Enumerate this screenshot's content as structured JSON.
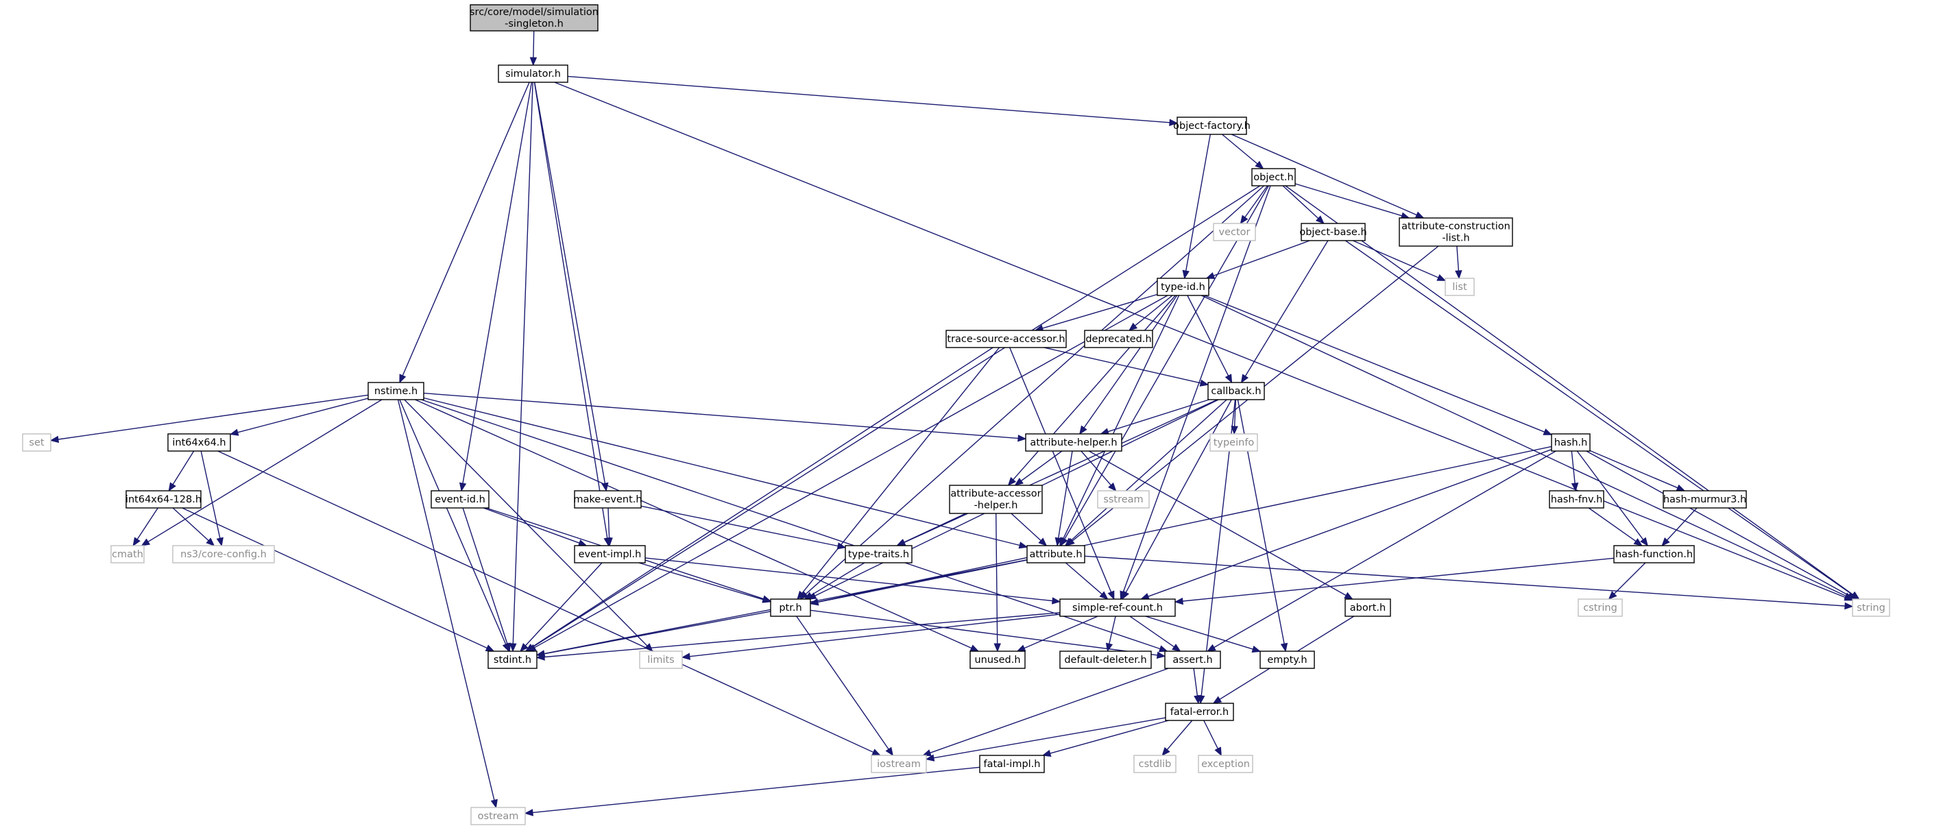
{
  "graph": {
    "type": "include-dependency-graph",
    "edge_color": "#191970",
    "node_border_color": "#000000",
    "external_node_border_color": "#bfbfbf",
    "external_label_color": "#8c8c8c",
    "root_fill_color": "#bfbfbf",
    "nodes": [
      {
        "id": "root",
        "lines": [
          "src/core/model/simulation",
          "-singleton.h"
        ],
        "kind": "root"
      },
      {
        "id": "simulator",
        "lines": [
          "simulator.h"
        ],
        "kind": "file"
      },
      {
        "id": "object_factory",
        "lines": [
          "object-factory.h"
        ],
        "kind": "file"
      },
      {
        "id": "object",
        "lines": [
          "object.h"
        ],
        "kind": "file"
      },
      {
        "id": "vector",
        "lines": [
          "vector"
        ],
        "kind": "external"
      },
      {
        "id": "object_base",
        "lines": [
          "object-base.h"
        ],
        "kind": "file"
      },
      {
        "id": "attr_constr",
        "lines": [
          "attribute-construction",
          "-list.h"
        ],
        "kind": "file"
      },
      {
        "id": "list",
        "lines": [
          "list"
        ],
        "kind": "external"
      },
      {
        "id": "type_id",
        "lines": [
          "type-id.h"
        ],
        "kind": "file"
      },
      {
        "id": "trace_src",
        "lines": [
          "trace-source-accessor.h"
        ],
        "kind": "file"
      },
      {
        "id": "deprecated",
        "lines": [
          "deprecated.h"
        ],
        "kind": "file"
      },
      {
        "id": "callback",
        "lines": [
          "callback.h"
        ],
        "kind": "file"
      },
      {
        "id": "nstime",
        "lines": [
          "nstime.h"
        ],
        "kind": "file"
      },
      {
        "id": "set",
        "lines": [
          "set"
        ],
        "kind": "external"
      },
      {
        "id": "int64x64",
        "lines": [
          "int64x64.h"
        ],
        "kind": "file"
      },
      {
        "id": "int128",
        "lines": [
          "int64x64-128.h"
        ],
        "kind": "file"
      },
      {
        "id": "cmath",
        "lines": [
          "cmath"
        ],
        "kind": "external"
      },
      {
        "id": "core_config",
        "lines": [
          "ns3/core-config.h"
        ],
        "kind": "external"
      },
      {
        "id": "event_id",
        "lines": [
          "event-id.h"
        ],
        "kind": "file"
      },
      {
        "id": "make_event",
        "lines": [
          "make-event.h"
        ],
        "kind": "file"
      },
      {
        "id": "event_impl",
        "lines": [
          "event-impl.h"
        ],
        "kind": "file"
      },
      {
        "id": "attr_helper",
        "lines": [
          "attribute-helper.h"
        ],
        "kind": "file"
      },
      {
        "id": "sstream",
        "lines": [
          "sstream"
        ],
        "kind": "external"
      },
      {
        "id": "typeinfo",
        "lines": [
          "typeinfo"
        ],
        "kind": "external"
      },
      {
        "id": "attr_accessor",
        "lines": [
          "attribute-accessor",
          "-helper.h"
        ],
        "kind": "file"
      },
      {
        "id": "type_traits",
        "lines": [
          "type-traits.h"
        ],
        "kind": "file"
      },
      {
        "id": "attribute",
        "lines": [
          "attribute.h"
        ],
        "kind": "file"
      },
      {
        "id": "hash",
        "lines": [
          "hash.h"
        ],
        "kind": "file"
      },
      {
        "id": "hash_fnv",
        "lines": [
          "hash-fnv.h"
        ],
        "kind": "file"
      },
      {
        "id": "hash_murmur3",
        "lines": [
          "hash-murmur3.h"
        ],
        "kind": "file"
      },
      {
        "id": "hash_function",
        "lines": [
          "hash-function.h"
        ],
        "kind": "file"
      },
      {
        "id": "cstring",
        "lines": [
          "cstring"
        ],
        "kind": "external"
      },
      {
        "id": "string",
        "lines": [
          "string"
        ],
        "kind": "external"
      },
      {
        "id": "ptr",
        "lines": [
          "ptr.h"
        ],
        "kind": "file"
      },
      {
        "id": "simple_ref",
        "lines": [
          "simple-ref-count.h"
        ],
        "kind": "file"
      },
      {
        "id": "abort",
        "lines": [
          "abort.h"
        ],
        "kind": "file"
      },
      {
        "id": "stdint",
        "lines": [
          "stdint.h"
        ],
        "kind": "file"
      },
      {
        "id": "limits",
        "lines": [
          "limits"
        ],
        "kind": "external"
      },
      {
        "id": "unused",
        "lines": [
          "unused.h"
        ],
        "kind": "file"
      },
      {
        "id": "default_deleter",
        "lines": [
          "default-deleter.h"
        ],
        "kind": "file"
      },
      {
        "id": "assert",
        "lines": [
          "assert.h"
        ],
        "kind": "file"
      },
      {
        "id": "empty",
        "lines": [
          "empty.h"
        ],
        "kind": "file"
      },
      {
        "id": "fatal_error",
        "lines": [
          "fatal-error.h"
        ],
        "kind": "file"
      },
      {
        "id": "iostream",
        "lines": [
          "iostream"
        ],
        "kind": "external"
      },
      {
        "id": "fatal_impl",
        "lines": [
          "fatal-impl.h"
        ],
        "kind": "file"
      },
      {
        "id": "cstdlib",
        "lines": [
          "cstdlib"
        ],
        "kind": "external"
      },
      {
        "id": "exception",
        "lines": [
          "exception"
        ],
        "kind": "external"
      },
      {
        "id": "ostream",
        "lines": [
          "ostream"
        ],
        "kind": "external"
      }
    ],
    "edges": [
      {
        "from": "root",
        "to": "simulator"
      },
      {
        "from": "simulator",
        "to": "object_factory"
      },
      {
        "from": "simulator",
        "to": "string"
      },
      {
        "from": "simulator",
        "to": "nstime"
      },
      {
        "from": "simulator",
        "to": "event_id"
      },
      {
        "from": "simulator",
        "to": "event_impl"
      },
      {
        "from": "simulator",
        "to": "make_event"
      },
      {
        "from": "simulator",
        "to": "stdint"
      },
      {
        "from": "object_factory",
        "to": "object"
      },
      {
        "from": "object_factory",
        "to": "attr_constr"
      },
      {
        "from": "object_factory",
        "to": "type_id"
      },
      {
        "from": "object",
        "to": "vector"
      },
      {
        "from": "object",
        "to": "object_base"
      },
      {
        "from": "object",
        "to": "attr_constr"
      },
      {
        "from": "object",
        "to": "string"
      },
      {
        "from": "object",
        "to": "simple_ref"
      },
      {
        "from": "object",
        "to": "attribute"
      },
      {
        "from": "object",
        "to": "ptr"
      },
      {
        "from": "object",
        "to": "stdint"
      },
      {
        "from": "object_base",
        "to": "type_id"
      },
      {
        "from": "object_base",
        "to": "list"
      },
      {
        "from": "object_base",
        "to": "callback"
      },
      {
        "from": "object_base",
        "to": "string"
      },
      {
        "from": "attr_constr",
        "to": "list"
      },
      {
        "from": "attr_constr",
        "to": "attribute"
      },
      {
        "from": "type_id",
        "to": "trace_src"
      },
      {
        "from": "type_id",
        "to": "deprecated"
      },
      {
        "from": "type_id",
        "to": "callback"
      },
      {
        "from": "type_id",
        "to": "hash"
      },
      {
        "from": "type_id",
        "to": "string"
      },
      {
        "from": "type_id",
        "to": "attr_helper"
      },
      {
        "from": "type_id",
        "to": "attr_accessor"
      },
      {
        "from": "type_id",
        "to": "attribute"
      },
      {
        "from": "type_id",
        "to": "stdint"
      },
      {
        "from": "trace_src",
        "to": "callback"
      },
      {
        "from": "trace_src",
        "to": "ptr"
      },
      {
        "from": "trace_src",
        "to": "simple_ref"
      },
      {
        "from": "trace_src",
        "to": "stdint"
      },
      {
        "from": "callback",
        "to": "typeinfo"
      },
      {
        "from": "callback",
        "to": "attr_helper"
      },
      {
        "from": "callback",
        "to": "attribute"
      },
      {
        "from": "callback",
        "to": "type_traits"
      },
      {
        "from": "callback",
        "to": "ptr"
      },
      {
        "from": "callback",
        "to": "simple_ref"
      },
      {
        "from": "callback",
        "to": "fatal_error"
      },
      {
        "from": "callback",
        "to": "empty"
      },
      {
        "from": "nstime",
        "to": "set"
      },
      {
        "from": "nstime",
        "to": "int64x64"
      },
      {
        "from": "nstime",
        "to": "cmath"
      },
      {
        "from": "nstime",
        "to": "ostream"
      },
      {
        "from": "nstime",
        "to": "attr_helper"
      },
      {
        "from": "nstime",
        "to": "attribute"
      },
      {
        "from": "nstime",
        "to": "assert"
      },
      {
        "from": "nstime",
        "to": "unused"
      },
      {
        "from": "nstime",
        "to": "limits"
      },
      {
        "from": "nstime",
        "to": "stdint"
      },
      {
        "from": "int64x64",
        "to": "int128"
      },
      {
        "from": "int64x64",
        "to": "core_config"
      },
      {
        "from": "int64x64",
        "to": "iostream"
      },
      {
        "from": "int128",
        "to": "cmath"
      },
      {
        "from": "int128",
        "to": "core_config"
      },
      {
        "from": "int128",
        "to": "stdint"
      },
      {
        "from": "event_id",
        "to": "event_impl"
      },
      {
        "from": "event_id",
        "to": "ptr"
      },
      {
        "from": "event_id",
        "to": "stdint"
      },
      {
        "from": "make_event",
        "to": "event_impl"
      },
      {
        "from": "make_event",
        "to": "type_traits"
      },
      {
        "from": "event_impl",
        "to": "ptr"
      },
      {
        "from": "event_impl",
        "to": "simple_ref"
      },
      {
        "from": "event_impl",
        "to": "stdint"
      },
      {
        "from": "attr_helper",
        "to": "attr_accessor"
      },
      {
        "from": "attr_helper",
        "to": "attribute"
      },
      {
        "from": "attr_helper",
        "to": "sstream"
      },
      {
        "from": "attr_helper",
        "to": "abort"
      },
      {
        "from": "attr_accessor",
        "to": "type_traits"
      },
      {
        "from": "attr_accessor",
        "to": "attribute"
      },
      {
        "from": "attr_accessor",
        "to": "unused"
      },
      {
        "from": "type_traits",
        "to": "ptr"
      },
      {
        "from": "attribute",
        "to": "ptr"
      },
      {
        "from": "attribute",
        "to": "simple_ref"
      },
      {
        "from": "attribute",
        "to": "string"
      },
      {
        "from": "attribute",
        "to": "stdint"
      },
      {
        "from": "hash",
        "to": "hash_fnv"
      },
      {
        "from": "hash",
        "to": "hash_murmur3"
      },
      {
        "from": "hash",
        "to": "hash_function"
      },
      {
        "from": "hash",
        "to": "string"
      },
      {
        "from": "hash",
        "to": "assert"
      },
      {
        "from": "hash",
        "to": "ptr"
      },
      {
        "from": "hash",
        "to": "simple_ref"
      },
      {
        "from": "hash_fnv",
        "to": "hash_function"
      },
      {
        "from": "hash_murmur3",
        "to": "hash_function"
      },
      {
        "from": "hash_function",
        "to": "cstring"
      },
      {
        "from": "hash_function",
        "to": "simple_ref"
      },
      {
        "from": "ptr",
        "to": "iostream"
      },
      {
        "from": "ptr",
        "to": "assert"
      },
      {
        "from": "ptr",
        "to": "stdint"
      },
      {
        "from": "simple_ref",
        "to": "empty"
      },
      {
        "from": "simple_ref",
        "to": "default_deleter"
      },
      {
        "from": "simple_ref",
        "to": "assert"
      },
      {
        "from": "simple_ref",
        "to": "unused"
      },
      {
        "from": "simple_ref",
        "to": "limits"
      },
      {
        "from": "simple_ref",
        "to": "stdint"
      },
      {
        "from": "abort",
        "to": "fatal_error"
      },
      {
        "from": "assert",
        "to": "fatal_error"
      },
      {
        "from": "assert",
        "to": "iostream"
      },
      {
        "from": "fatal_error",
        "to": "iostream"
      },
      {
        "from": "fatal_error",
        "to": "fatal_impl"
      },
      {
        "from": "fatal_error",
        "to": "cstdlib"
      },
      {
        "from": "fatal_error",
        "to": "exception"
      },
      {
        "from": "fatal_impl",
        "to": "ostream"
      }
    ]
  }
}
